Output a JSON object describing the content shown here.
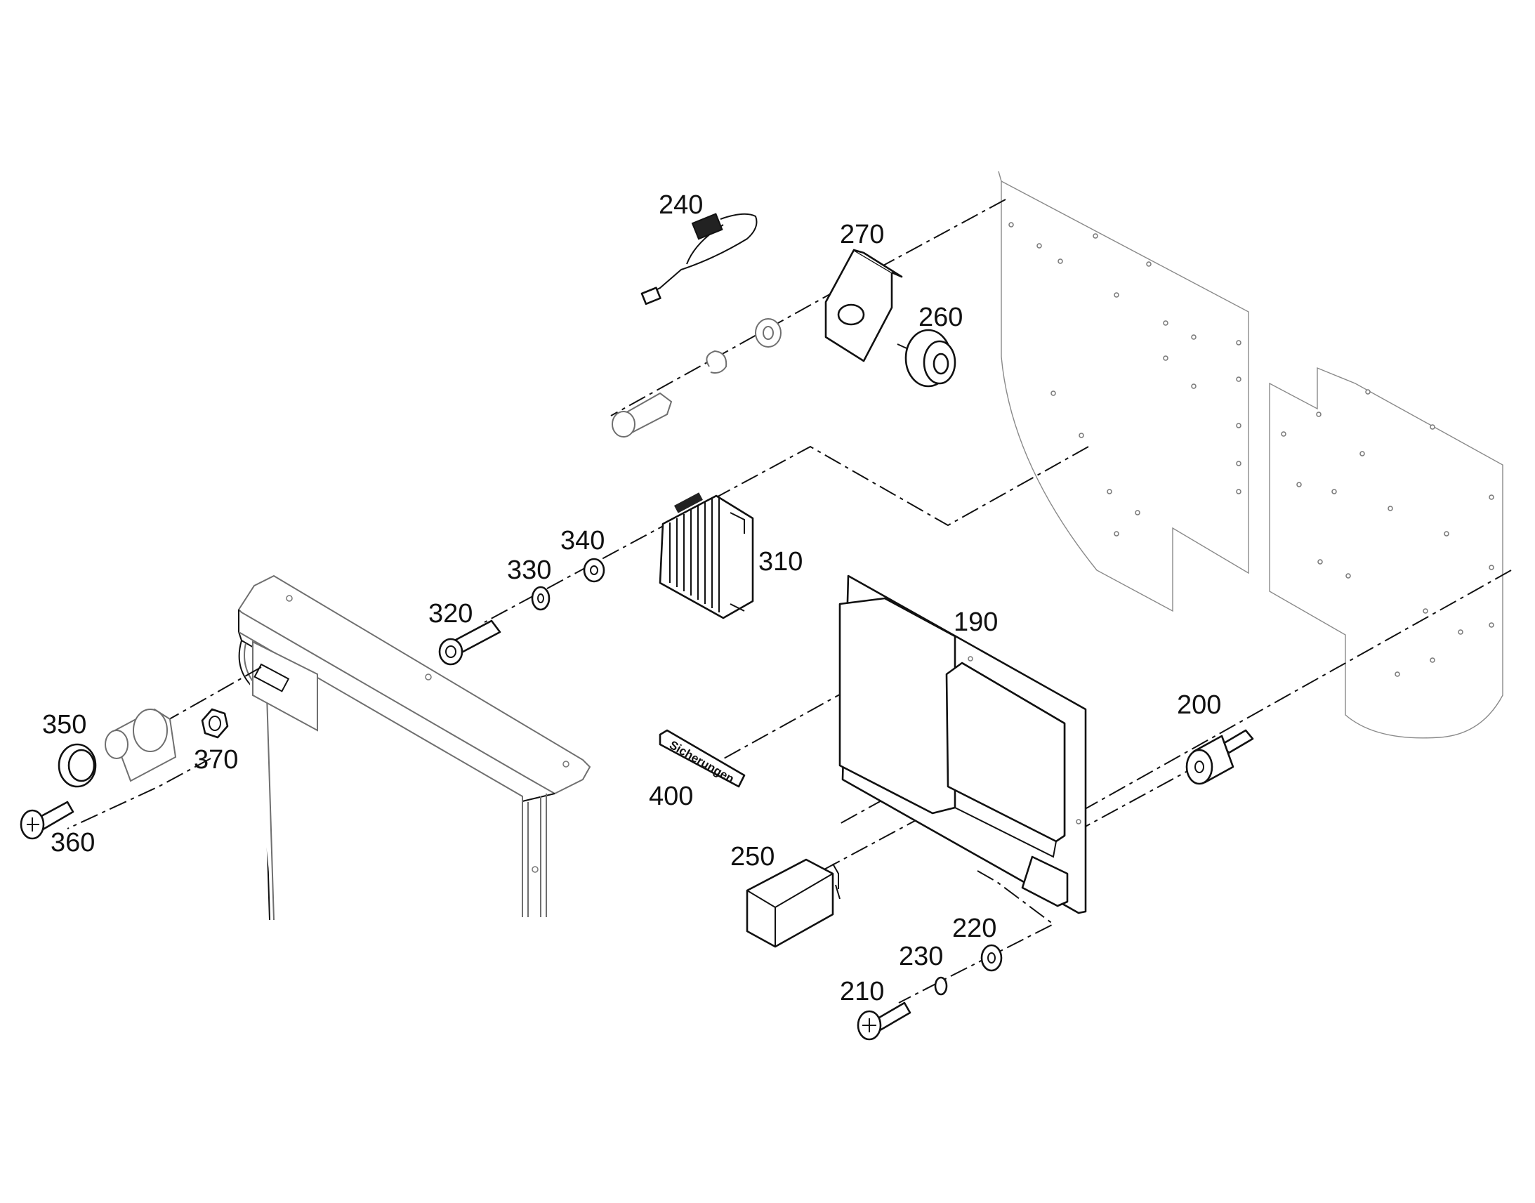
{
  "labels": {
    "190": "190",
    "200": "200",
    "210": "210",
    "220": "220",
    "230": "230",
    "240": "240",
    "250": "250",
    "260": "260",
    "270": "270",
    "310": "310",
    "320": "320",
    "330": "330",
    "340": "340",
    "350": "350",
    "360": "360",
    "370": "370",
    "400": "400"
  },
  "tag_text": "Sicherungen"
}
